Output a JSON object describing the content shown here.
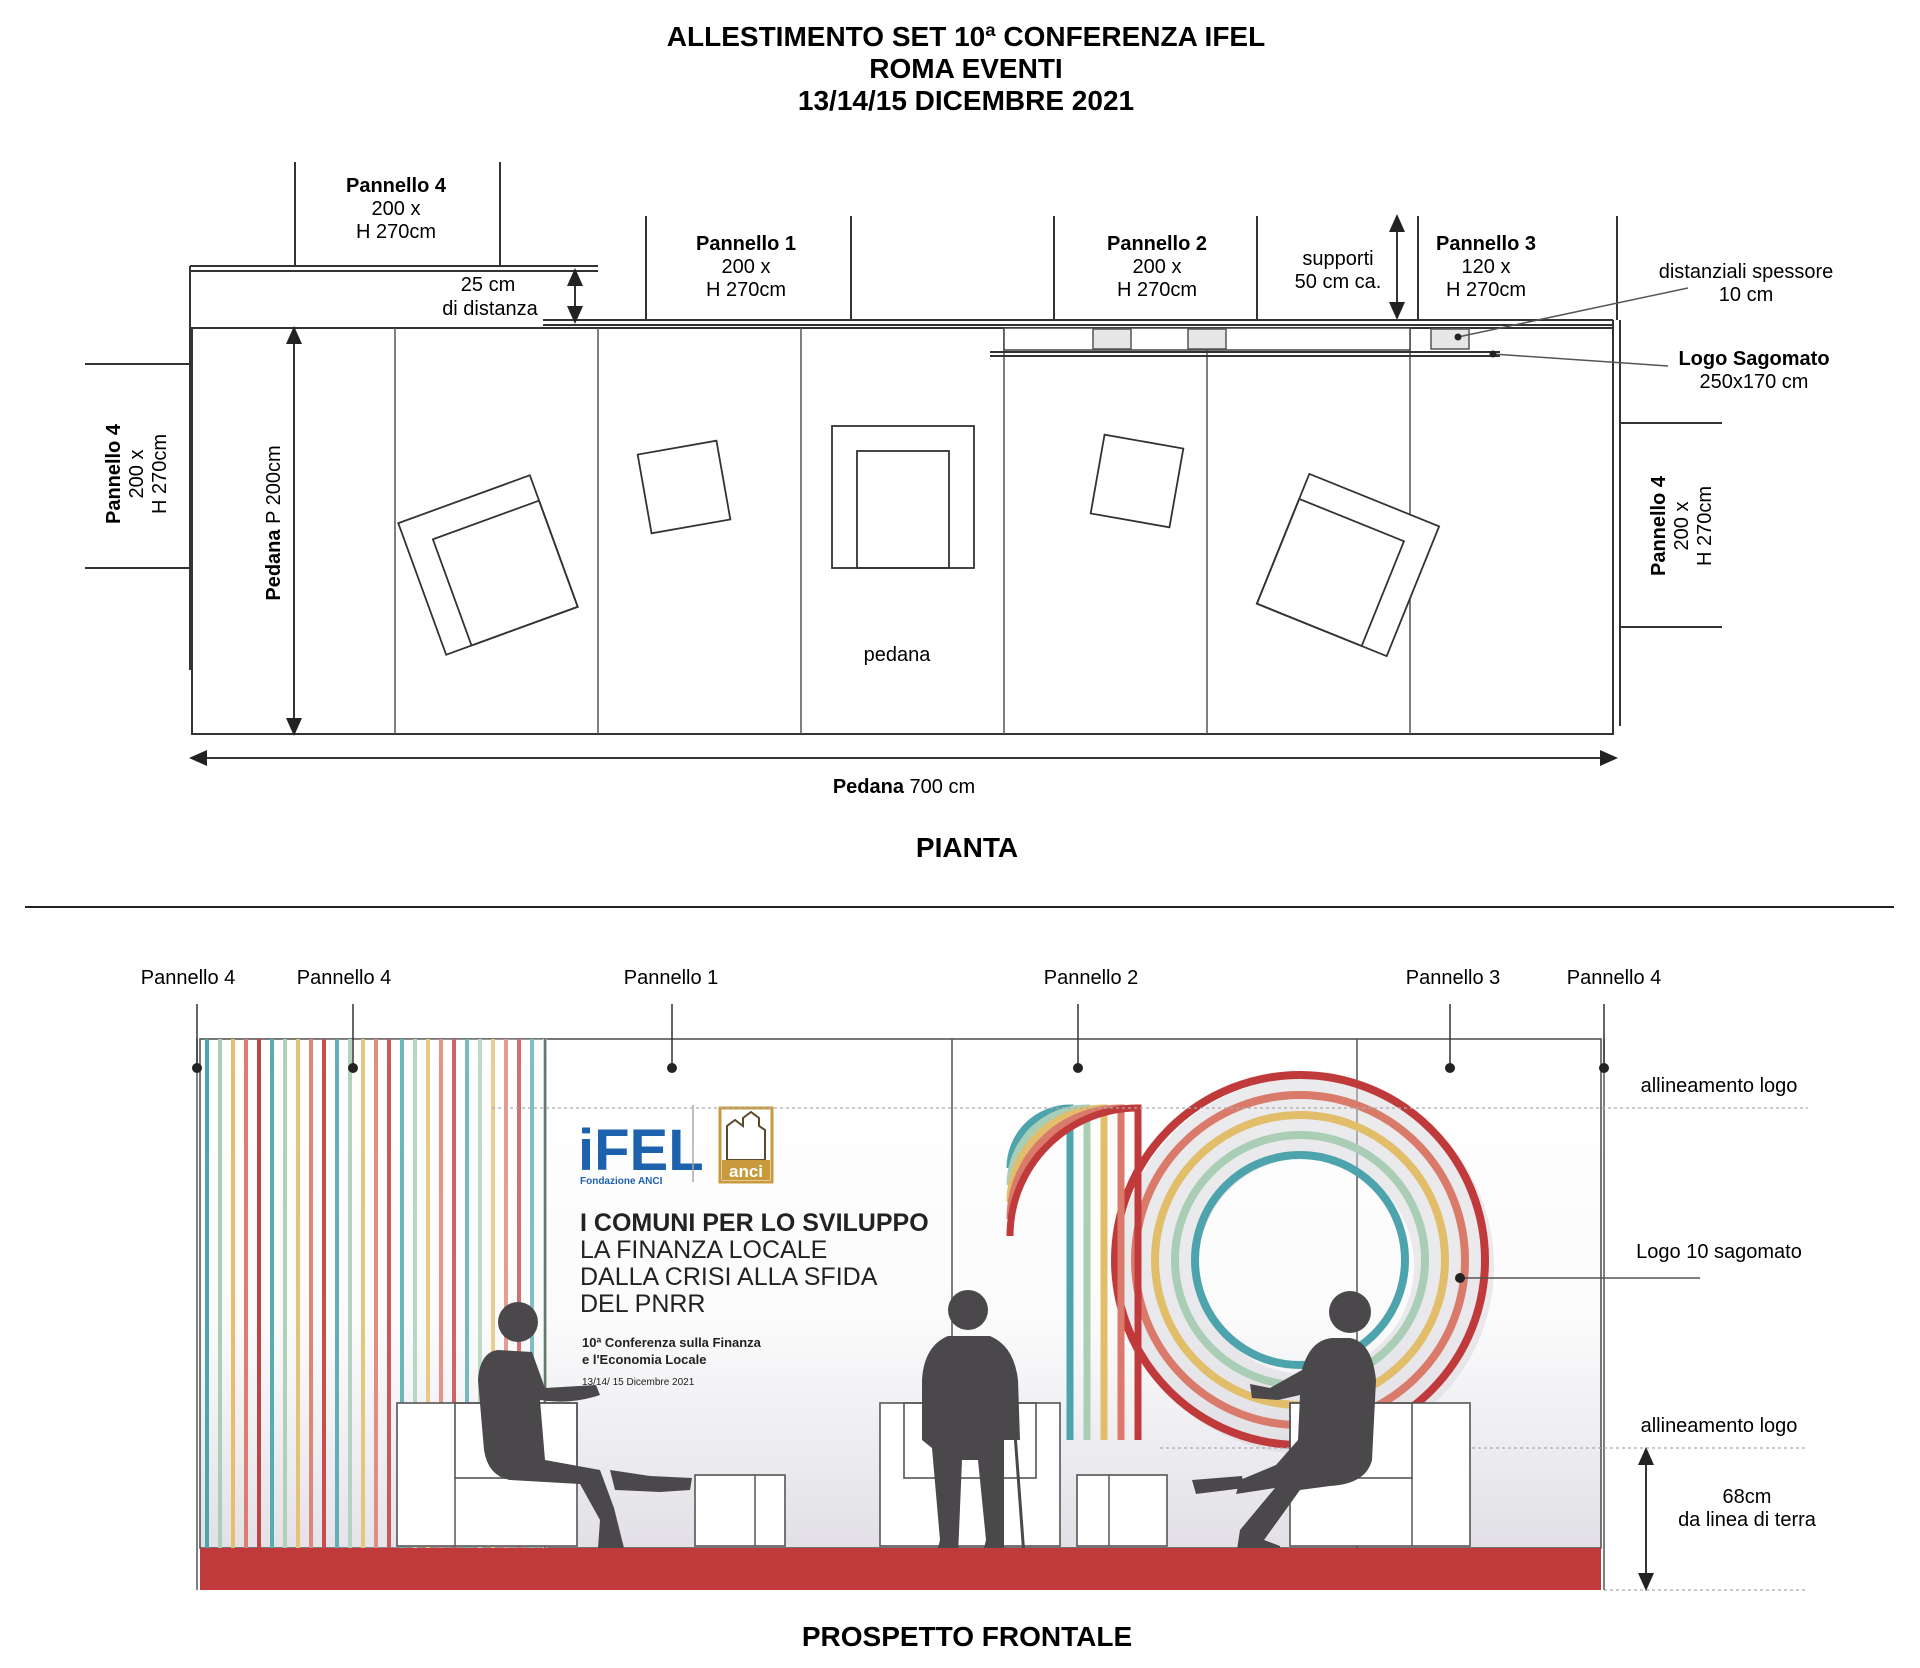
{
  "header": {
    "line1": "ALLESTIMENTO SET 10ª CONFERENZA IFEL",
    "line2": "ROMA EVENTI",
    "line3": "13/14/15 DICEMBRE 2021"
  },
  "plan": {
    "section_title": "PIANTA",
    "panel4_top": {
      "name": "Pannello 4",
      "size": "200 x",
      "height": "H 270cm"
    },
    "panel1": {
      "name": "Pannello 1",
      "size": "200 x",
      "height": "H 270cm"
    },
    "panel2": {
      "name": "Pannello 2",
      "size": "200 x",
      "height": "H 270cm"
    },
    "panel3": {
      "name": "Pannello 3",
      "size": "120 x",
      "height": "H 270cm"
    },
    "panel4_left": {
      "name": "Pannello 4",
      "size": "200 x",
      "height": "H 270cm"
    },
    "panel4_right": {
      "name": "Pannello 4",
      "size": "200 x",
      "height": "H 270cm"
    },
    "gap": {
      "line1": "25 cm",
      "line2": "di distanza"
    },
    "supports": {
      "line1": "supporti",
      "line2": "50 cm ca."
    },
    "spacers": {
      "line1": "distanziali spessore",
      "line2": "10 cm"
    },
    "logo_cut": {
      "line1": "Logo Sagomato",
      "line2": "250x170 cm"
    },
    "depth": {
      "bold": "Pedana",
      "rest": " P 200cm"
    },
    "width": {
      "bold": "Pedana",
      "rest": " 700 cm"
    },
    "platform_label": "pedana"
  },
  "elevation": {
    "section_title": "PROSPETTO FRONTALE",
    "labels": [
      "Pannello 4",
      "Pannello 4",
      "Pannello 1",
      "Pannello 2",
      "Pannello 3",
      "Pannello 4"
    ],
    "logo_align_top": "allineamento logo",
    "logo_align_bottom": "allineamento logo",
    "logo10": "Logo 10 sagomato",
    "ground": {
      "line1": "68cm",
      "line2": "da linea di terra"
    },
    "brand": {
      "ifel": "iFEL",
      "ifel_sub": "Fondazione ANCI",
      "anci": "anci",
      "title1": "I COMUNI PER LO SVILUPPO",
      "title2": "LA FINANZA LOCALE",
      "title3": "DALLA CRISI ALLA SFIDA",
      "title4": "DEL PNRR",
      "conf1": "10ª Conferenza sulla Finanza",
      "conf2": "e l'Economia Locale",
      "dates": "13/14/ 15 Dicembre 2021"
    }
  },
  "colors": {
    "floor_red": "#c0393b",
    "ifel_blue": "#1e62ae",
    "anci_gold": "#c89a3c",
    "ring_colors": [
      "#c0393b",
      "#d97a6a",
      "#e2bd6a",
      "#a9cdb5",
      "#4ea4ad"
    ],
    "silhouette": "#4a484a"
  }
}
